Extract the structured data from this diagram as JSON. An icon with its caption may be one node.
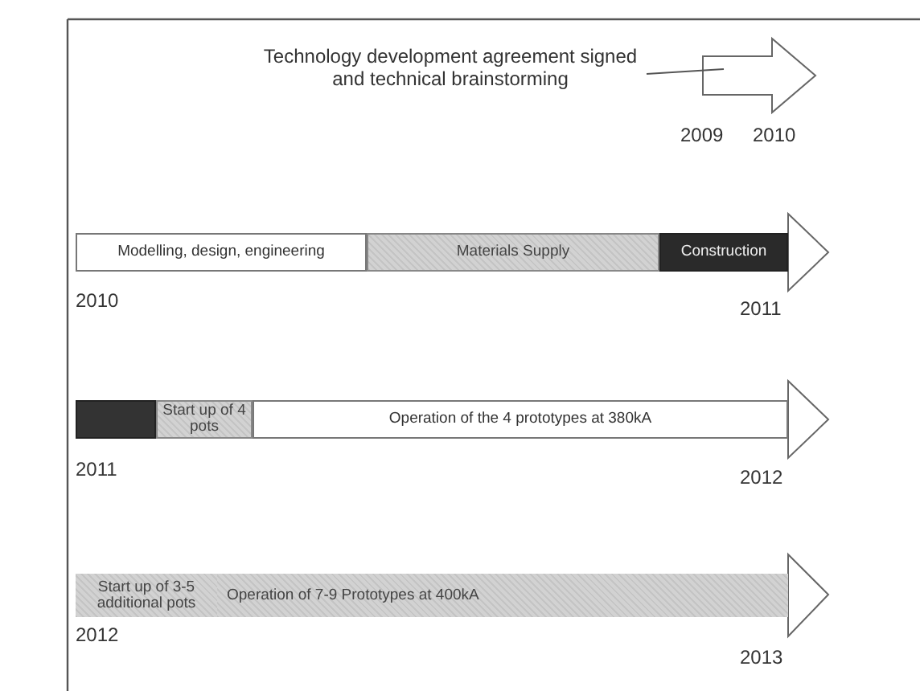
{
  "diagram": {
    "nodes": [
      {
        "text": [
          "Technology development agreement signed and technical brainstorming"
        ]
      },
      {
        "text": [],
        "shape": "arrow"
      },
      {
        "text": [
          "Modelling, design, engineering"
        ]
      },
      {
        "text": [
          "Materials Supply"
        ]
      },
      {
        "text": [
          "Construction"
        ]
      },
      {
        "text": [],
        "shape": "box"
      },
      {
        "text": [
          "Start up of 4 pots"
        ]
      },
      {
        "text": [
          "Operation of the 4 prototypes at 380kA"
        ]
      },
      {
        "text": [
          "Start up of 3-5 additional pots"
        ]
      },
      {
        "text": [
          "Operation of 7-9 Prototypes at 400kA"
        ]
      }
    ],
    "edges": [
      {
        "from": 0,
        "to": 1,
        "arrow": "none"
      }
    ],
    "labels": [
      "2009",
      "2010",
      "2010",
      "2011",
      "2011",
      "2012",
      "2012",
      "2013"
    ]
  }
}
